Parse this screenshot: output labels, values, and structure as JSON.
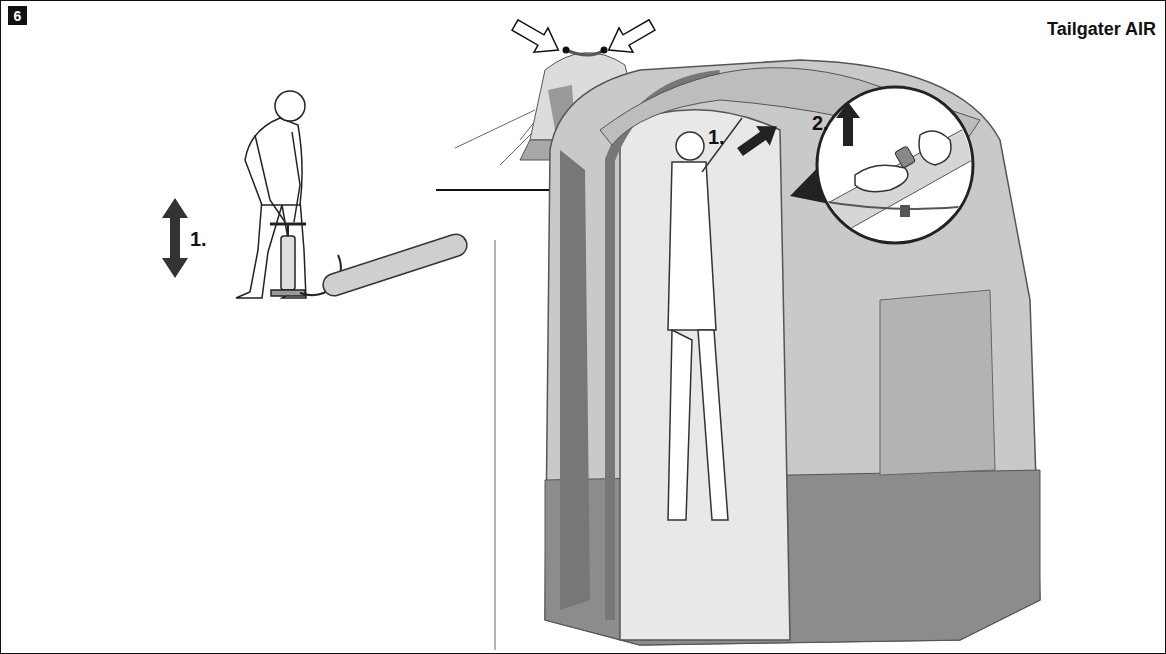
{
  "diagram": {
    "title": "Tailgater AIR",
    "nodes": [
      {
        "text": [
          "6"
        ]
      }
    ],
    "labels": [
      "1.",
      "1.",
      "2."
    ]
  }
}
